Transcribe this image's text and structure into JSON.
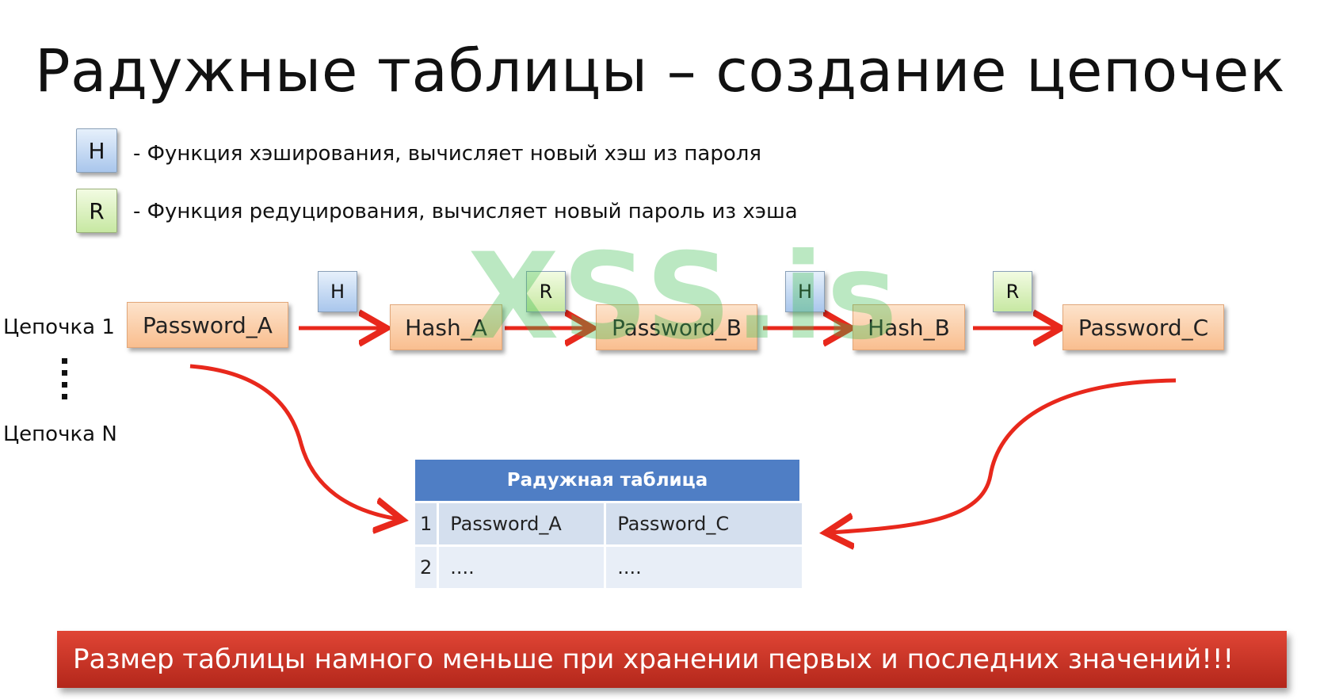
{
  "title": "Радужные таблицы – создание цепочек",
  "legend": [
    {
      "symbol": "H",
      "text": "- Функция хэширования, вычисляет новый хэш из пароля",
      "color": "#a9c6ec"
    },
    {
      "symbol": "R",
      "text": "- Функция редуцирования, вычисляет новый пароль из хэша",
      "color": "#c7e8a2"
    }
  ],
  "chain": {
    "label_first": "Цепочка 1",
    "label_last": "Цепочка N",
    "nodes": [
      "Password_A",
      "Hash_A",
      "Password_B",
      "Hash_B",
      "Password_C"
    ],
    "functions": [
      "H",
      "R",
      "H",
      "R"
    ]
  },
  "table": {
    "header": "Радужная таблица",
    "rows": [
      {
        "num": "1",
        "start": "Password_A",
        "end": "Password_C"
      },
      {
        "num": "2",
        "start": "....",
        "end": "...."
      }
    ]
  },
  "banner": "Размер таблицы намного меньше при хранении первых и последних значений!!!",
  "watermark": "XSS.is",
  "colors": {
    "arrow": "#e8281c",
    "node": "#f9be8f",
    "table_header": "#4f7ec5",
    "banner": "#c93024"
  }
}
